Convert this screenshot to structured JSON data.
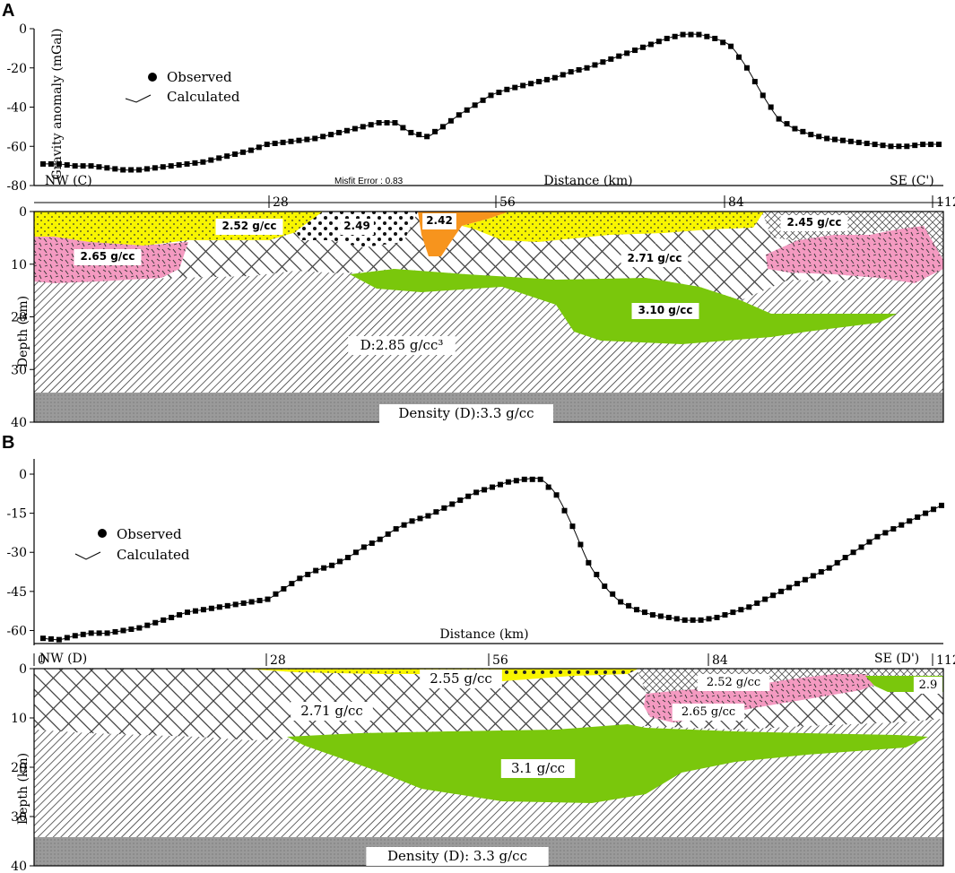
{
  "chart_data": [
    {
      "panel": "A",
      "type": "line",
      "gravity": {
        "ylabel": "Gravity anomaly (mGal)",
        "yticks": [
          0,
          -20,
          -40,
          -60,
          -80
        ],
        "ylim": [
          -80,
          0
        ],
        "xlabel": "Distance (km)",
        "xlim": [
          0,
          112
        ],
        "left_label": "NW (C)",
        "right_label": "SE (C')",
        "misfit": "Misfit Error : 0.83",
        "legend": {
          "observed": "Observed",
          "calculated": "Calculated"
        },
        "observed": {
          "x": [
            0,
            2,
            4,
            6,
            8,
            10,
            12,
            14,
            16,
            18,
            20,
            22,
            24,
            26,
            28,
            30,
            32,
            34,
            36,
            38,
            40,
            42,
            44,
            46,
            48,
            50,
            52,
            54,
            56,
            58,
            60,
            62,
            64,
            66,
            68,
            70,
            72,
            74,
            76,
            78,
            80,
            82,
            84,
            86,
            88,
            90,
            92,
            94,
            96,
            98,
            100,
            102,
            104,
            106,
            108,
            110,
            112
          ],
          "y": [
            -69,
            -69,
            -70,
            -70,
            -71,
            -72,
            -72,
            -71,
            -70,
            -69,
            -68,
            -66,
            -64,
            -62,
            -59,
            -58,
            -57,
            -56,
            -54,
            -52,
            -50,
            -48,
            -48,
            -53,
            -55,
            -50,
            -44,
            -39,
            -34,
            -31,
            -29,
            -27,
            -25,
            -22,
            -20,
            -17,
            -14,
            -11,
            -8,
            -5,
            -3,
            -3,
            -5,
            -9,
            -20,
            -34,
            -46,
            -51,
            -54,
            -56,
            -57,
            -58,
            -59,
            -60,
            -60,
            -59,
            -59
          ]
        }
      },
      "section": {
        "ylabel": "Depth (km)",
        "yticks": [
          0,
          10,
          20,
          30,
          40
        ],
        "xticks": [
          "28",
          "56",
          "84",
          "112"
        ],
        "units": [
          {
            "name": "2.52 g/cc",
            "density": 2.52
          },
          {
            "name": "2.49",
            "density": 2.49
          },
          {
            "name": "2.42",
            "density": 2.42
          },
          {
            "name": "2.45 g/cc",
            "density": 2.45
          },
          {
            "name": "2.65 g/cc",
            "density": 2.65
          },
          {
            "name": "2.71 g/cc",
            "density": 2.71
          },
          {
            "name": "3.10 g/cc",
            "density": 3.1
          },
          {
            "name": "D:2.85 g/cc³",
            "density": 2.85
          },
          {
            "name": "Density (D):3.3 g/cc",
            "density": 3.3
          }
        ]
      }
    },
    {
      "panel": "B",
      "type": "line",
      "gravity": {
        "yticks": [
          0,
          -15,
          -30,
          -45,
          -60
        ],
        "ylim": [
          -65,
          0
        ],
        "xlabel": "Distance (km)",
        "xlim": [
          0,
          112
        ],
        "left_label": "NW (D)",
        "right_label": "SE (D')",
        "legend": {
          "observed": "Observed",
          "calculated": "Calculated"
        },
        "observed": {
          "x": [
            0,
            2,
            4,
            6,
            8,
            10,
            12,
            14,
            16,
            18,
            20,
            22,
            24,
            26,
            28,
            30,
            32,
            34,
            36,
            38,
            40,
            42,
            44,
            46,
            48,
            50,
            52,
            54,
            56,
            58,
            60,
            62,
            64,
            66,
            68,
            70,
            72,
            74,
            76,
            78,
            80,
            82,
            84,
            86,
            88,
            90,
            92,
            94,
            96,
            98,
            100,
            102,
            104,
            106,
            108,
            110,
            112
          ],
          "y": [
            -63,
            -63.5,
            -62,
            -61,
            -61,
            -60,
            -59,
            -57,
            -55,
            -53,
            -52,
            -51,
            -50,
            -49,
            -48,
            -44,
            -40,
            -37,
            -35,
            -32,
            -28,
            -25,
            -21,
            -18,
            -16,
            -13,
            -10,
            -7,
            -5,
            -3,
            -2,
            -2,
            -8,
            -20,
            -34,
            -43,
            -49,
            -52,
            -54,
            -55,
            -56,
            -56,
            -55,
            -53,
            -51,
            -48,
            -45,
            -42,
            -39,
            -36,
            -32,
            -28,
            -24,
            -21,
            -18,
            -15,
            -12
          ]
        }
      },
      "section": {
        "ylabel": "Depth (km)",
        "yticks": [
          0,
          10,
          20,
          30,
          40
        ],
        "xticks": [
          "0",
          "28",
          "56",
          "84",
          "112"
        ],
        "units": [
          {
            "name": "2.55 g/cc",
            "density": 2.55
          },
          {
            "name": "2.52 g/cc",
            "density": 2.52
          },
          {
            "name": "2.65 g/cc",
            "density": 2.65
          },
          {
            "name": "2.9",
            "density": 2.9
          },
          {
            "name": "2.71 g/cc",
            "density": 2.71
          },
          {
            "name": "3.1 g/cc",
            "density": 3.1
          },
          {
            "name": "Density (D): 3.3 g/cc",
            "density": 3.3
          }
        ]
      }
    }
  ],
  "colors": {
    "yellow": "#f8f500",
    "orange": "#f7941d",
    "pink": "#f49ac1",
    "green": "#7ac70c",
    "mantle": "#9a9a9a"
  }
}
